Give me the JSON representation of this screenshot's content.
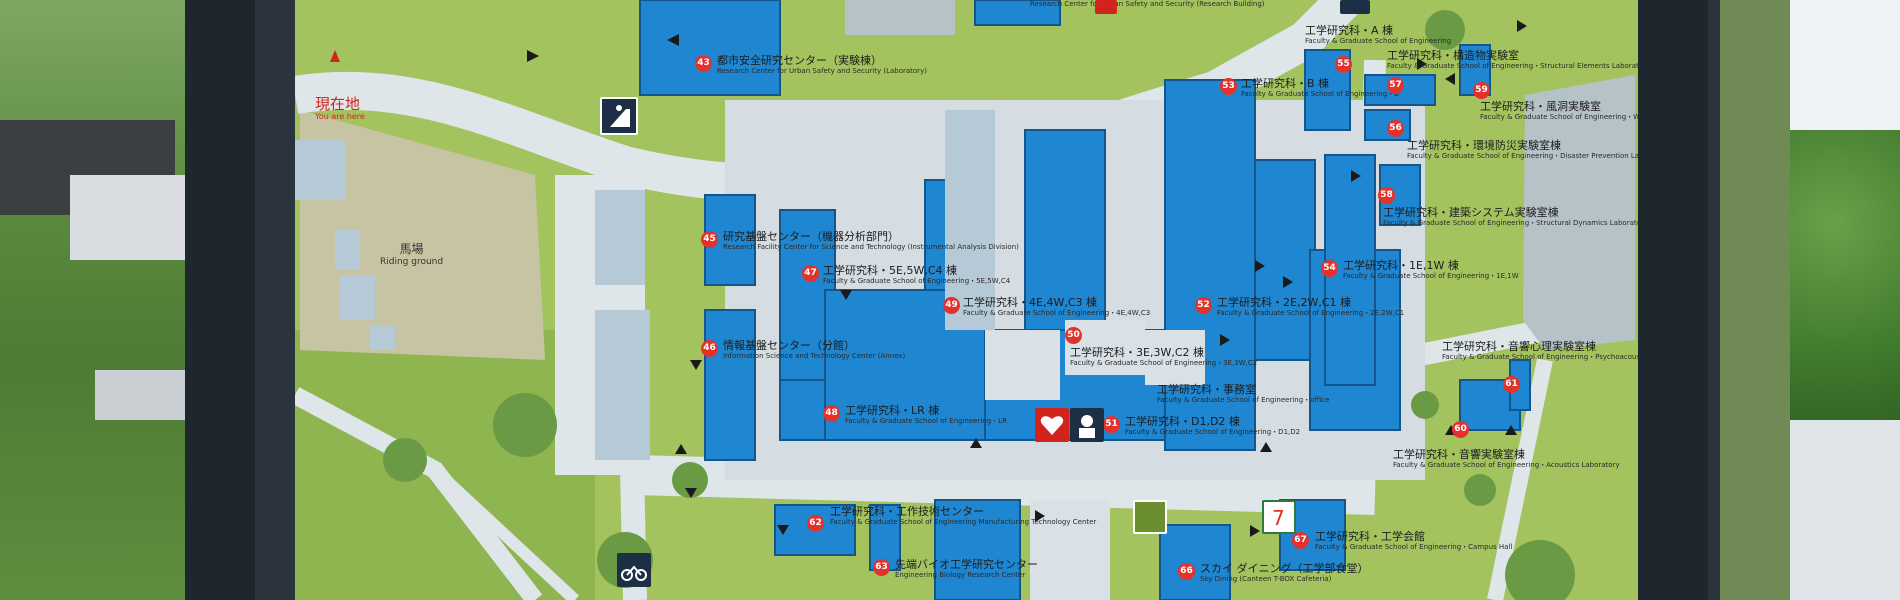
{
  "you_are_here": {
    "jp": "現在地",
    "en": "You are here"
  },
  "riding_ground": {
    "jp": "馬場",
    "en": "Riding ground"
  },
  "top_label": {
    "jp": "",
    "en": "Research Center for Urban Safety and Security (Research Building)"
  },
  "labels": [
    {
      "num": "43",
      "jp": "都市安全研究センター（実験棟）",
      "en": "Research Center for Urban Safety and Security (Laboratory)"
    },
    {
      "num": "45",
      "jp": "研究基盤センター（機器分析部門）",
      "en": "Research Facility Center for Science and Technology (Instrumental Analysis Division)"
    },
    {
      "num": "46",
      "jp": "情報基盤センター（分館）",
      "en": "Information Science and Technology Center (Annex)"
    },
    {
      "num": "47",
      "jp": "工学研究科・5E,5W,C4 棟",
      "en": "Faculty & Graduate School of Engineering・5E,5W,C4"
    },
    {
      "num": "48",
      "jp": "工学研究科・LR 棟",
      "en": "Faculty & Graduate School of Engineering・LR"
    },
    {
      "num": "49",
      "jp": "工学研究科・4E,4W,C3 棟",
      "en": "Faculty & Graduate School of Engineering・4E,4W,C3"
    },
    {
      "num": "50",
      "jp": "工学研究科・3E,3W,C2 棟",
      "en": "Faculty & Graduate School of Engineering・3E,3W,C2"
    },
    {
      "num": "",
      "jp": "工学研究科・事務室",
      "en": "Faculty & Graduate School of Engineering・office"
    },
    {
      "num": "51",
      "jp": "工学研究科・D1,D2 棟",
      "en": "Faculty & Graduate School of Engineering・D1,D2"
    },
    {
      "num": "52",
      "jp": "工学研究科・2E,2W,C1 棟",
      "en": "Faculty & Graduate School of Engineering・2E,2W,C1"
    },
    {
      "num": "53",
      "jp": "工学研究科・B 棟",
      "en": "Faculty & Graduate School of Engineering・B"
    },
    {
      "num": "54",
      "jp": "工学研究科・1E,1W 棟",
      "en": "Faculty & Graduate School of Engineering・1E,1W"
    },
    {
      "num": "55",
      "jp": "工学研究科・A 棟",
      "en": "Faculty & Graduate School of Engineering"
    },
    {
      "num": "57",
      "jp": "工学研究科・構造物実験室",
      "en": "Faculty & Graduate School of Engineering・Structural Elements Laboratory"
    },
    {
      "num": "59",
      "jp": "工学研究科・風洞実験室",
      "en": "Faculty & Graduate School of Engineering・Wind Tunnel Laboratory"
    },
    {
      "num": "56",
      "jp": "工学研究科・環境防災実験室棟",
      "en": "Faculty & Graduate School of Engineering・Disaster Prevention Laboratory"
    },
    {
      "num": "58",
      "jp": "工学研究科・建築システム実験室棟",
      "en": "Faculty & Graduate School of Engineering・Structural Dynamics Laboratory"
    },
    {
      "num": "61",
      "jp": "工学研究科・音響心理実験室棟",
      "en": "Faculty & Graduate School of Engineering・Psychoacoustics Laboratory"
    },
    {
      "num": "60",
      "jp": "工学研究科・音響実験室棟",
      "en": "Faculty & Graduate School of Engineering・Acoustics Laboratory"
    },
    {
      "num": "62",
      "jp": "工学研究科・工作技術センター",
      "en": "Faculty & Graduate School of Engineering Manufacturing Technology Center"
    },
    {
      "num": "63",
      "jp": "先端バイオ工学研究センター",
      "en": "Engineering Biology Research Center"
    },
    {
      "num": "66",
      "jp": "スカイ ダイニング（工学部食堂）",
      "en": "Sky Dining (Canteen T-BOX Cafeteria)"
    },
    {
      "num": "67",
      "jp": "工学研究科・工学会館",
      "en": "Faculty & Graduate School of Engineering・Campus Hall"
    }
  ],
  "colors": {
    "building": "#1f86d1",
    "road": "#dfe6ea",
    "grass": "#9fc25c",
    "number": "#e3322b"
  },
  "icons": [
    "walk-sign-icon",
    "aed-icon",
    "security-guard-icon",
    "convenience-store-icon",
    "motorcycle-parking-icon",
    "vending-icon"
  ]
}
